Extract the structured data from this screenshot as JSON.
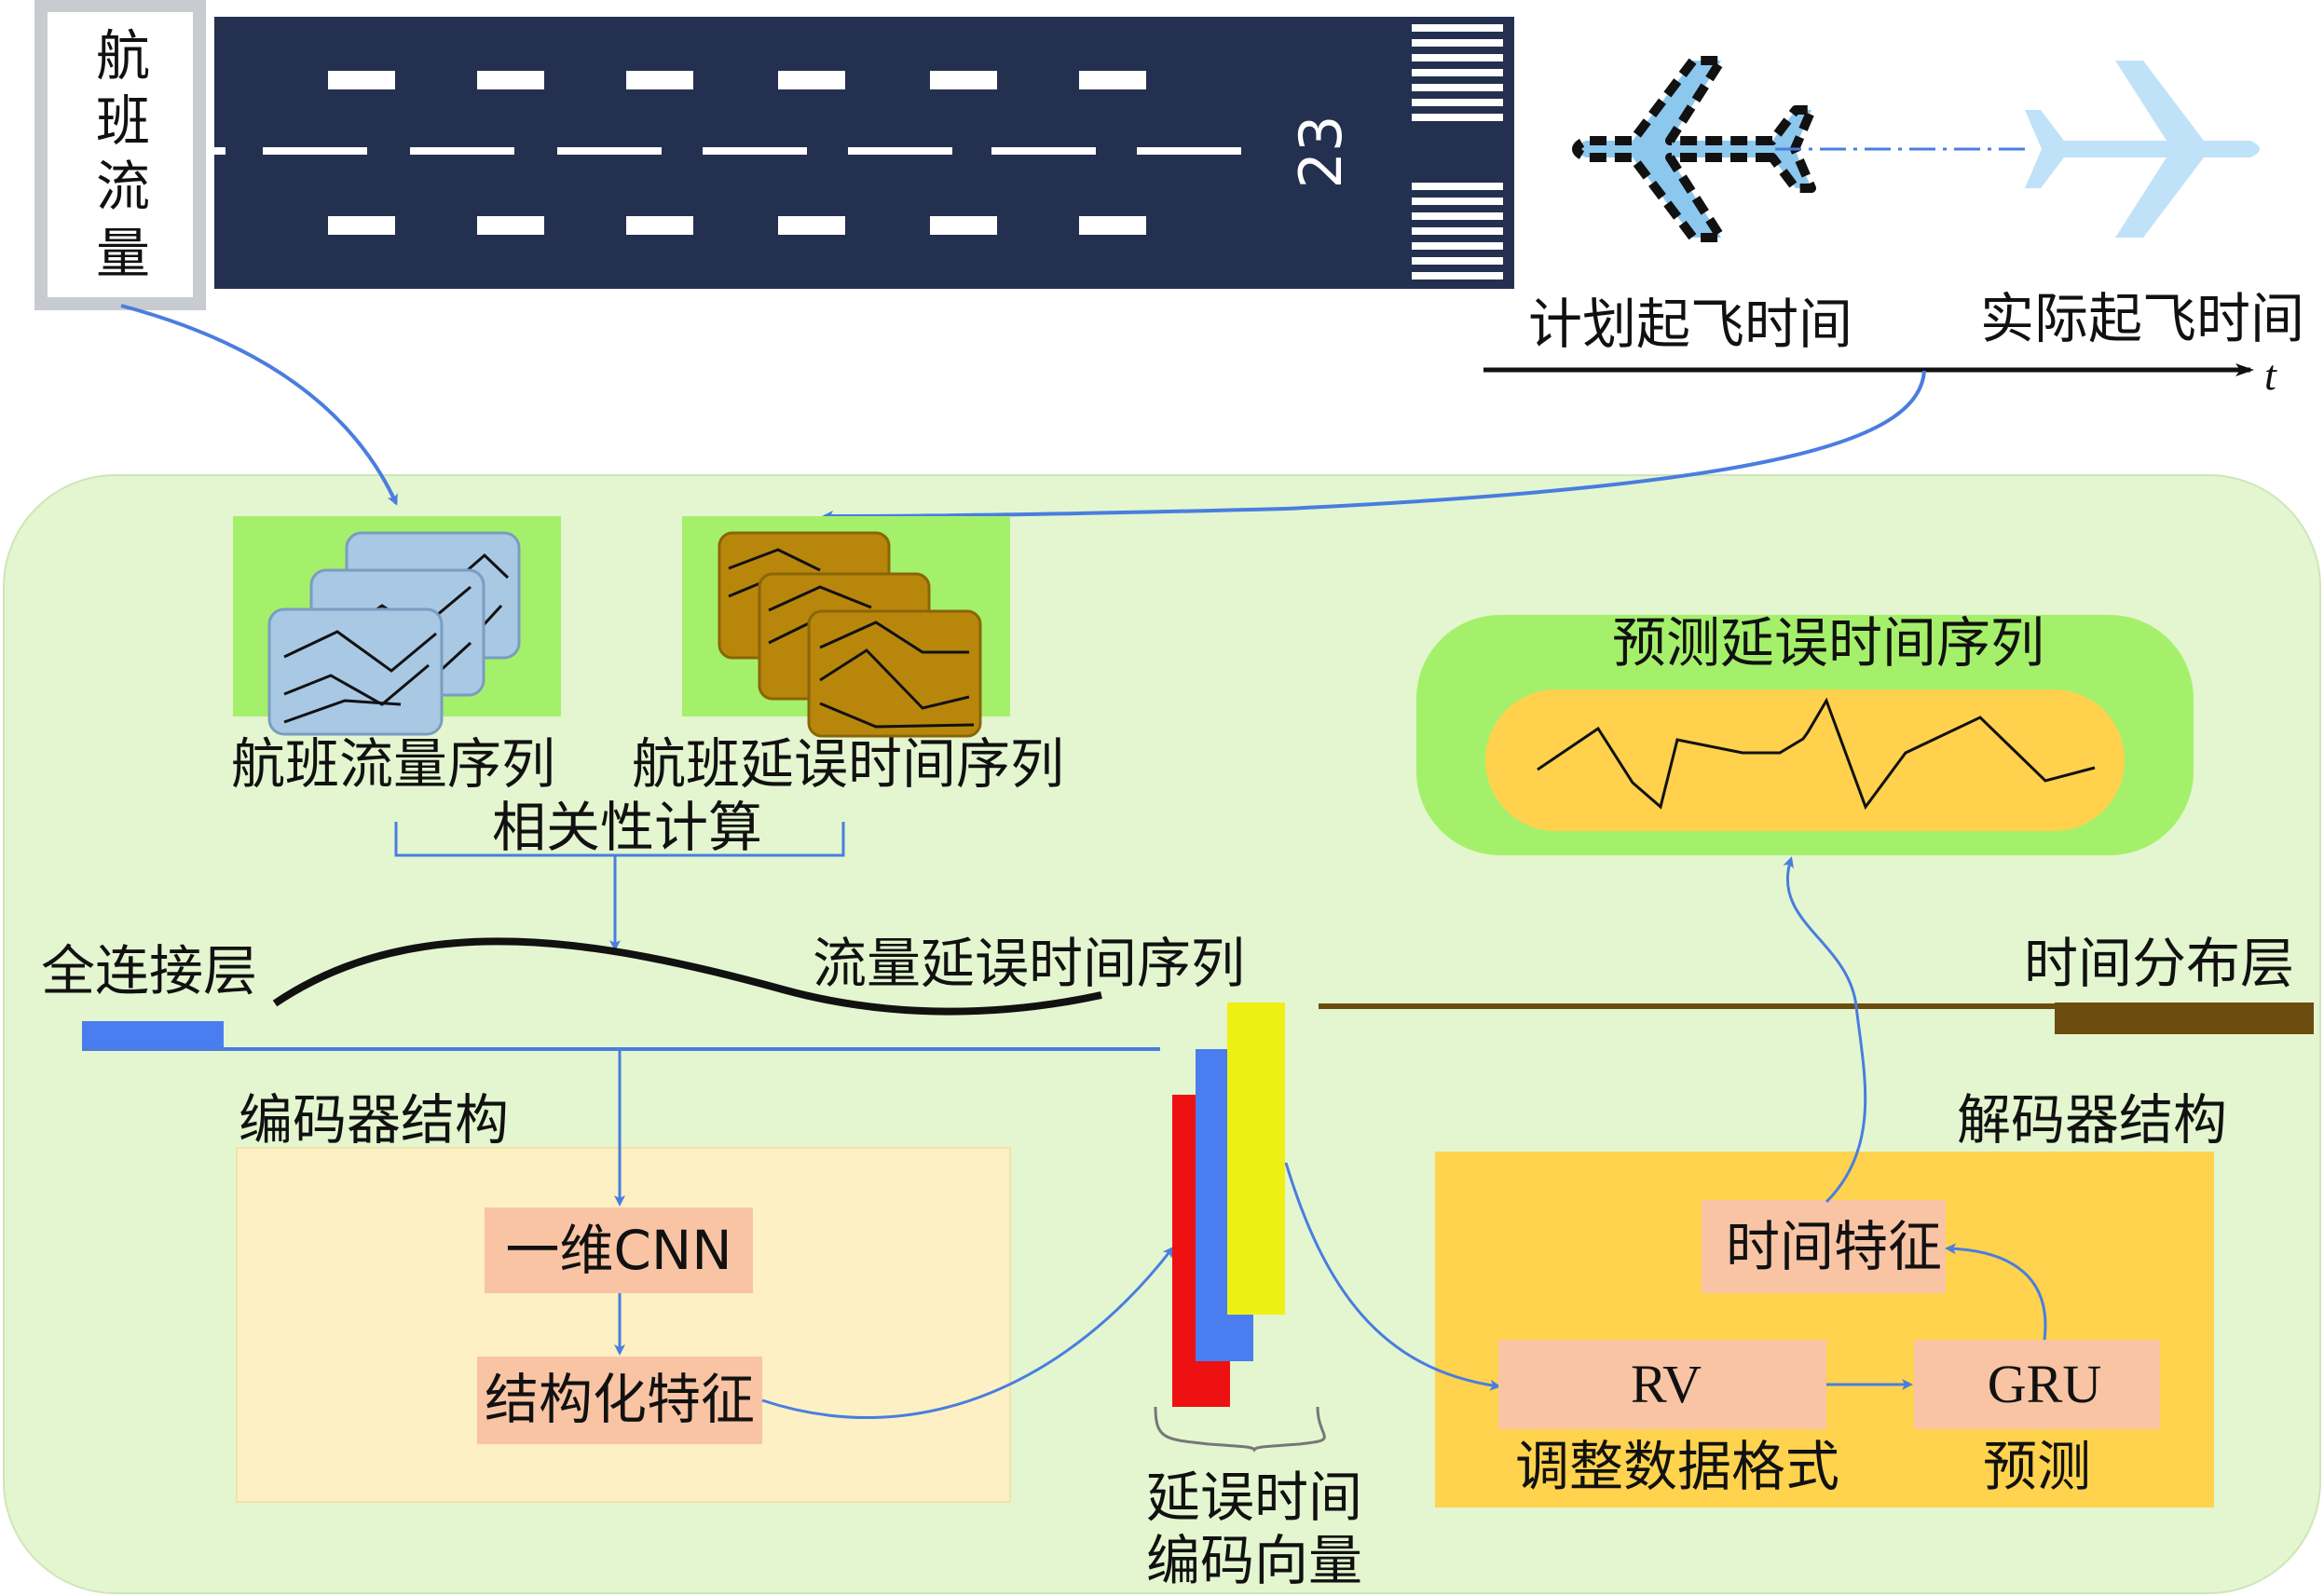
{
  "flight_volume_box": [
    "航",
    "班",
    "流",
    "量"
  ],
  "runway": {
    "number": "23"
  },
  "timeline": {
    "scheduled": "计划起飞时间",
    "actual": "实际起飞时间",
    "axis": "t"
  },
  "inputs": {
    "flow_series": "航班流量序列",
    "delay_series": "航班延误时间序列",
    "correlation": "相关性计算"
  },
  "output": {
    "predicted_series": "预测延误时间序列"
  },
  "layers": {
    "fully_connected": "全连接层",
    "flow_delay_series": "流量延误时间序列",
    "time_distributed": "时间分布层"
  },
  "encoder": {
    "title": "编码器结构",
    "cnn": "一维CNN",
    "structured": "结构化特征"
  },
  "vector": {
    "line1": "延误时间",
    "line2": "编码向量"
  },
  "decoder": {
    "title": "解码器结构",
    "temporal": "时间特征",
    "rv": "RV",
    "rv_caption": "调整数据格式",
    "gru": "GRU",
    "gru_caption": "预测"
  },
  "colors": {
    "runway": "#24304f",
    "panel": "#e3f6cf",
    "green_box": "#a5f06b",
    "blue_card": "#a8c8e4",
    "gold_card": "#b8860b",
    "encoder_bg": "#fcf0c4",
    "salmon": "#f8c4a4",
    "decoder_bg": "#ffd34d",
    "output_inner": "#ffd14d",
    "arrow": "#4a7de0",
    "brown": "#6b4c0e",
    "bar_red": "#ee1111",
    "bar_blue": "#4a7df0",
    "bar_yellow": "#eef014"
  }
}
